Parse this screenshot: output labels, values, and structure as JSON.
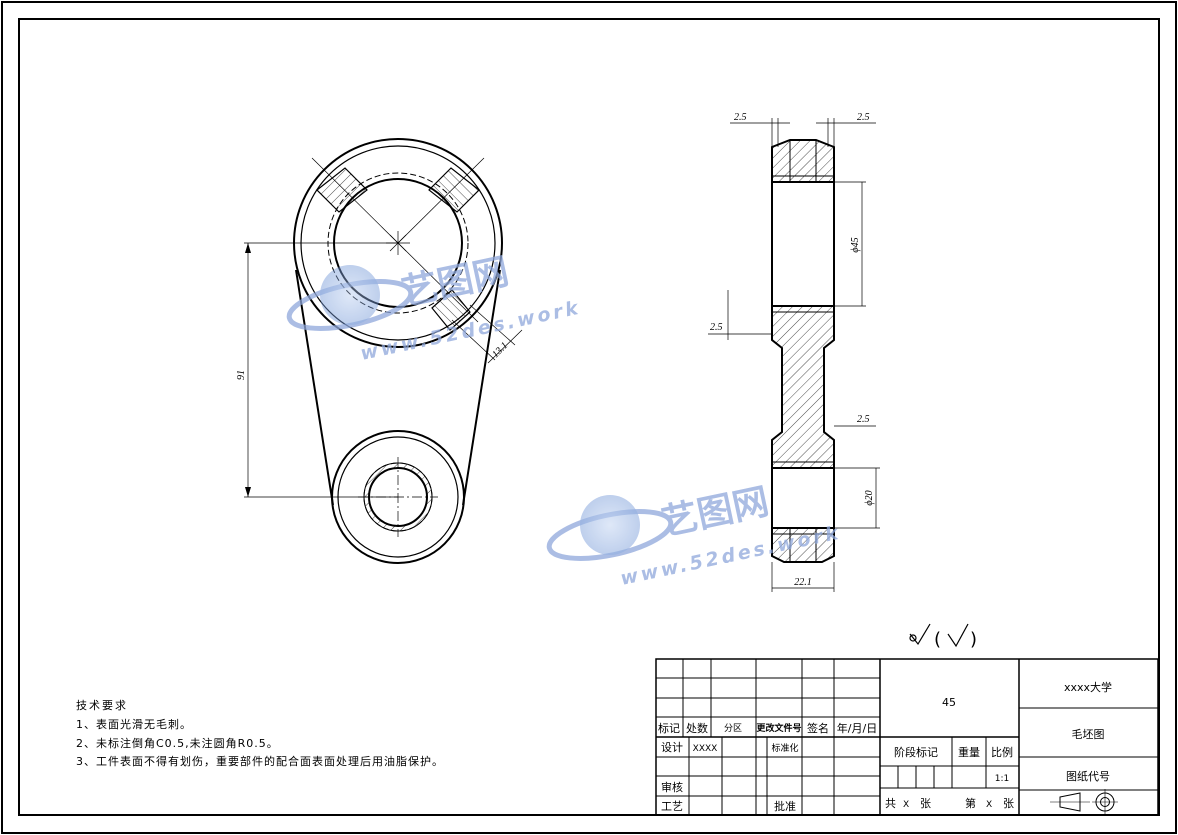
{
  "dimensions": {
    "d_2_5_top_left": "2.5",
    "d_2_5_top_right": "2.5",
    "d_phi45": "ϕ45",
    "d_2_5_mid": "2.5",
    "d_2_5_lower": "2.5",
    "d_phi20": "ϕ20",
    "d_22_1": "22.1",
    "d_91": "91",
    "d_13_1": "13.1"
  },
  "surface_symbol": {
    "open": "(",
    "close": ")"
  },
  "tech_requirements": {
    "heading": "技术要求",
    "items": [
      "1、表面光滑无毛刺。",
      "2、未标注倒角C0.5,未注圆角R0.5。",
      "3、工件表面不得有划伤，重要部件的配合面表面处理后用油脂保护。"
    ]
  },
  "title_block": {
    "material": "45",
    "university": "xxxx大学",
    "drawing_name": "毛坯图",
    "drawing_code": "图纸代号",
    "mark": "标记",
    "count": "处数",
    "zone": "分区",
    "change_doc": "更改文件号",
    "signature": "签名",
    "date": "年/月/日",
    "design": "设计",
    "designer": "XXXX",
    "standardize": "标准化",
    "stage_mark": "阶段标记",
    "weight": "重量",
    "scale": "比例",
    "scale_value": "1:1",
    "review": "审核",
    "process": "工艺",
    "approve": "批准",
    "total": "共",
    "x1": "X",
    "sheets1": "张",
    "nth": "第",
    "x2": "X",
    "sheets2": "张"
  },
  "watermark": {
    "brand": "艺图网",
    "url": "www.52des.work"
  }
}
